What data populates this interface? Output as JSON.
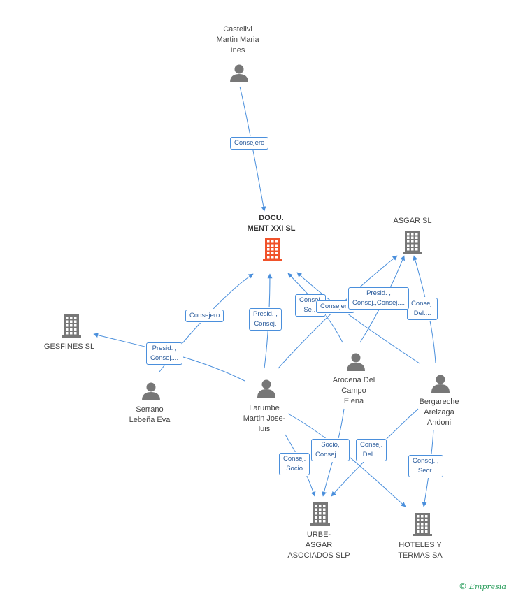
{
  "nodes": {
    "castellvi": "Castellvi\nMartin Maria\nInes",
    "docu": "DOCU.\nMENT XXI SL",
    "asgar": "ASGAR SL",
    "gesfines": "GESFINES  SL",
    "serrano": "Serrano\nLebeña Eva",
    "larumbe": "Larumbe\nMartin Jose-\nluis",
    "arocena": "Arocena Del\nCampo\nElena",
    "bergareche": "Bergareche\nAreizaga\nAndoni",
    "urbe": "URBE-\nASGAR\nASOCIADOS  SLP",
    "hoteles": "HOTELES Y\nTERMAS SA"
  },
  "edges": {
    "castellvi_docu": "Consejero",
    "serrano_docu": "Consejero",
    "larumbe_docu": "Presid. ,\nConsej.",
    "larumbe_gesfines": "Presid. ,\nConsej....",
    "arocena_docu_a": "Consej.\nSe...",
    "arocena_docu_b": "Consejero",
    "bergareche_asgar": "Consej.\nDel....",
    "arocena_asgar": "Presid. ,\nConsej.,Consej....",
    "larumbe_urbe": "Consej.\nSocio",
    "arocena_urbe": "Socio,\nConsej. ...",
    "bergareche_urbe": "Consej.\nDel....",
    "bergareche_hoteles": "Consej. ,\nSecr."
  },
  "colors": {
    "main_company": "#f0522a",
    "company": "#777777",
    "person": "#777777",
    "edge": "#4a8fdc"
  },
  "footer": {
    "copyright_symbol": "©",
    "brand": "Empresia"
  }
}
